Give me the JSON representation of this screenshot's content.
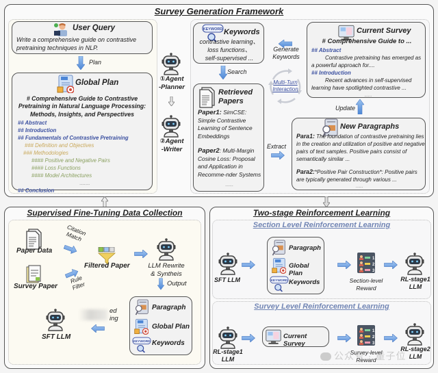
{
  "framework": {
    "title": "Survey Generation Framework",
    "user_query": {
      "title": "User Query",
      "text": "Write a comprehensive guide on contrastive pretraining techniques in NLP."
    },
    "plan_label": "Plan",
    "global_plan": {
      "title": "Global Plan",
      "heading_lines": [
        "# Comprehensive Guide to Contrastive",
        "Pretraining in Natural Language Processing:",
        "Methods, Insights, and Perspectives"
      ],
      "outline": [
        {
          "text": "## Abstract",
          "level": 2
        },
        {
          "text": "## Introduction",
          "level": 2
        },
        {
          "text": "## Fundamentals of Contrastive Pretraining",
          "level": 2
        },
        {
          "text": "### Definition and Objectives",
          "level": 3
        },
        {
          "text": "### Methodologies",
          "level": 3
        },
        {
          "text": "#### Positive and Negative Pairs",
          "level": 4
        },
        {
          "text": "#### Loss Functions",
          "level": 4
        },
        {
          "text": "#### Model Architectures",
          "level": 4
        },
        {
          "text": ".......",
          "level": 0
        },
        {
          "text": "## Conclusion",
          "level": 2
        }
      ]
    },
    "agent_planner": {
      "num": "①",
      "line1": "Agent",
      "line2": "-Planner"
    },
    "agent_writer": {
      "num": "②",
      "line1": "Agent",
      "line2": "-Writer"
    },
    "keywords": {
      "title": "Keywords",
      "badge": "KEYWORD",
      "lines": [
        "contrastive learning、",
        "loss functions、",
        "self-supervised ..."
      ]
    },
    "search_label": "Search",
    "generate_keywords_label": [
      "Generate",
      "Keywords"
    ],
    "multi_turn_label": [
      "Multi-Turn",
      "Interaction"
    ],
    "update_label": "Update",
    "extract_label": "Extract",
    "retrieved_papers": {
      "title_lines": [
        "Retrieved",
        "Papers"
      ],
      "paper1_label": "Paper1:",
      "paper1_text": "SimCSE: Simple Contrastive Learning of Sentence Embeddings",
      "paper2_label": "Paper2",
      "paper2_text": ": Multi-Margin Cosine Loss: Proposal and Application in Recomme-nder Systems",
      "ellipsis": "......"
    },
    "current_survey": {
      "title": "Current Survey",
      "heading": "# Comprehensive Guide to  ...",
      "abstract_label": "## Abstract",
      "abstract_text": "Contrastive pretraining has emerged as a powerful approach for....",
      "intro_label": "## Introduction",
      "intro_text": "Recent advances in self-supervised learning have spotlighted contrastive ...",
      "ellipsis": "......"
    },
    "new_paragraphs": {
      "title": "New Paragraphs",
      "para1_label": "Para1:",
      "para1_text": " The foundation of contrastive pretraining lies in the creation and utilization of positive and negative pairs of text samples. Positive pairs consist of semantically similar ...",
      "para2_label": "Para2:",
      "para2_text": "*Positive Pair Construction*: Positive pairs are typically generated through various ...",
      "ellipsis": "......"
    }
  },
  "sft": {
    "title": "Supervised Fine-Tuning Data Collection",
    "paper_data": "Paper Data",
    "survey_paper": "Survey Paper",
    "citation_match": [
      "Citation",
      "Match"
    ],
    "rule_filter": [
      "Rule",
      "Filter"
    ],
    "filtered_paper": "Filtered Paper",
    "llm_rewrite": [
      "LLM Rewrite",
      "& Syntheis"
    ],
    "output_label": "Output",
    "training_label": [
      "ed",
      "ing"
    ],
    "sft_llm": "SFT LLM",
    "outputs": [
      "Paragraph",
      "Global Plan",
      "Keywords"
    ],
    "keyword_badge": "KEYWORD"
  },
  "rl": {
    "title": "Two-stage Reinforcement Learning",
    "section": {
      "title": "Section Level Reinforcement Learning",
      "input_llm": "SFT LLM",
      "items": [
        "Paragraph",
        "Global Plan",
        "Keywords"
      ],
      "reward": [
        "Section-level",
        "Reward"
      ],
      "output_llm": [
        "RL-stage1",
        "LLM"
      ]
    },
    "survey": {
      "title": "Survey Level Reinforcement Learning",
      "input_llm": [
        "RL-stage1",
        "LLM"
      ],
      "item": "Current Survey",
      "reward": [
        "Survey-level",
        "Reward"
      ],
      "output_llm": [
        "RL-stage2",
        "LLM"
      ]
    },
    "rank_numbers": [
      "1",
      "2",
      "3"
    ],
    "keyword_badge": "KEYWORD"
  },
  "watermark": "公众号 · 量子位",
  "colors": {
    "arrow_blue": "#6f9fdc",
    "outline_blue": "#3a4fa0",
    "outline_gold": "#c9a85a",
    "outline_green": "#8aa060",
    "subtitle_blue": "#7185b4"
  }
}
